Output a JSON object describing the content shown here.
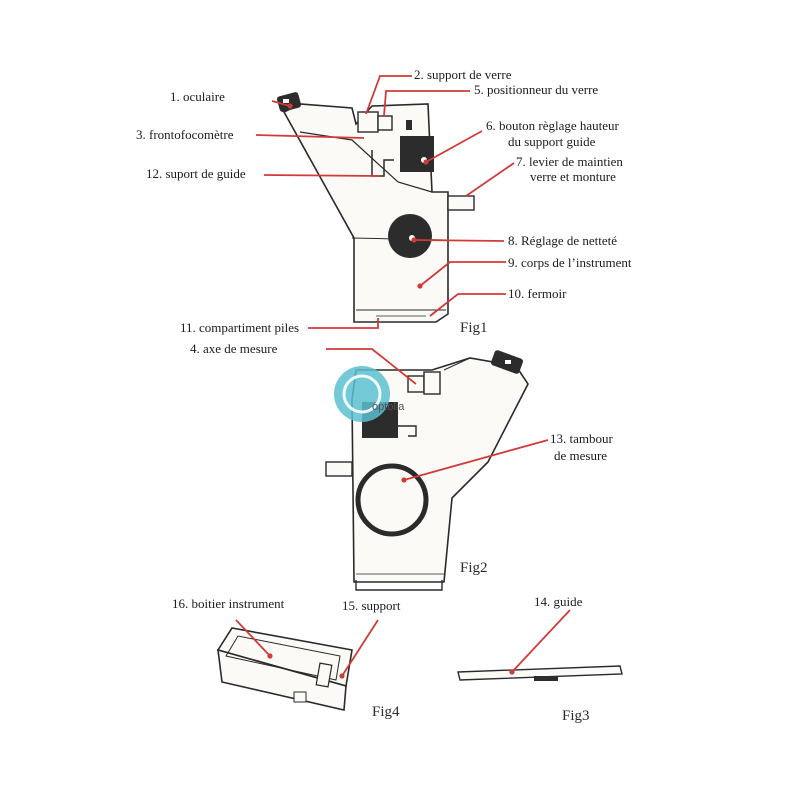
{
  "labels": {
    "l1": "1. oculaire",
    "l2": "2. support de verre",
    "l3": "3. frontofocomètre",
    "l4": "4. axe de mesure",
    "l5": "5. positionneur du verre",
    "l6a": "6. bouton règlage hauteur",
    "l6b": "du support guide",
    "l7a": "7. levier de maintien",
    "l7b": "verre et monture",
    "l8": "8. Réglage de netteté",
    "l9": "9. corps de l’instrument",
    "l10": "10. fermoir",
    "l11": "11. compartiment piles",
    "l12": "12. suport de guide",
    "l13a": "13. tambour",
    "l13b": "de mesure",
    "l14": "14. guide",
    "l15": "15. support",
    "l16": "16. boitier instrument"
  },
  "figures": {
    "fig1": "Fig1",
    "fig2": "Fig2",
    "fig3": "Fig3",
    "fig4": "Fig4"
  },
  "watermark": "optolia",
  "colors": {
    "leader": "#d23a3a",
    "outline": "#2a2a2a",
    "watermark": "#5bc0d0"
  }
}
